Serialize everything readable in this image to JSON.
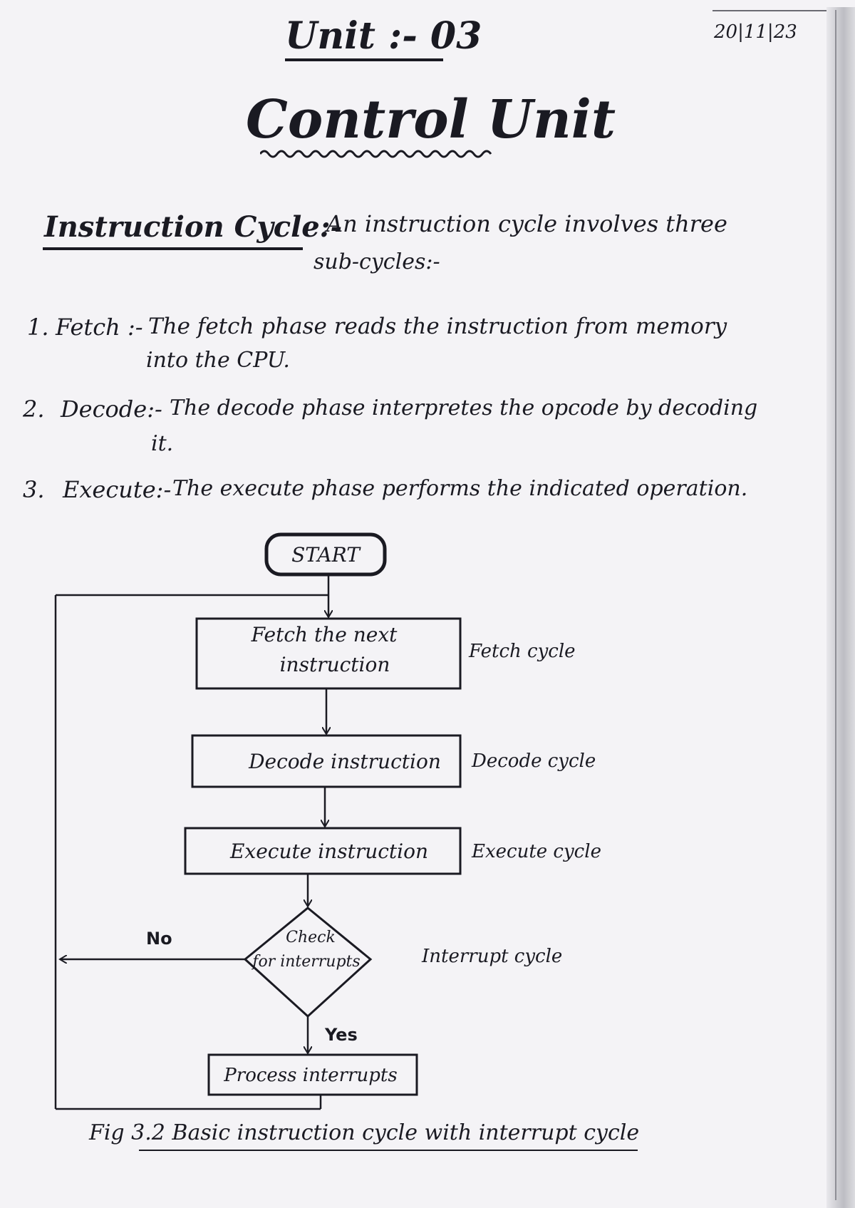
{
  "header": {
    "unit": "Unit :- 03",
    "date": "20|11|23",
    "title": "Control Unit"
  },
  "section": {
    "heading": "Instruction Cycle:-",
    "intro_line1": "An instruction cycle involves three",
    "intro_line2": "sub-cycles:-"
  },
  "items": [
    {
      "number": "1.",
      "label": "Fetch :-",
      "text": "The fetch phase reads the instruction from memory",
      "continuation": "into the CPU."
    },
    {
      "number": "2.",
      "label": "Decode:-",
      "text": "The decode phase interpretes the opcode by decoding",
      "continuation": "it."
    },
    {
      "number": "3.",
      "label": "Execute:-",
      "text": "The execute phase performs the indicated operation.",
      "continuation": ""
    }
  ],
  "flowchart": {
    "start": "START",
    "fetch_box_line1": "Fetch the next",
    "fetch_box_line2": "instruction",
    "fetch_label": "Fetch cycle",
    "decode_box": "Decode instruction",
    "decode_label": "Decode cycle",
    "execute_box": "Execute instruction",
    "execute_label": "Execute cycle",
    "check_line1": "Check",
    "check_line2": "for interrupts",
    "interrupt_label": "Interrupt cycle",
    "no_label": "No",
    "yes_label": "Yes",
    "process_box": "Process interrupts"
  },
  "caption": {
    "prefix": "Fig 3.2",
    "text": "Basic instruction cycle with interrupt cycle"
  }
}
